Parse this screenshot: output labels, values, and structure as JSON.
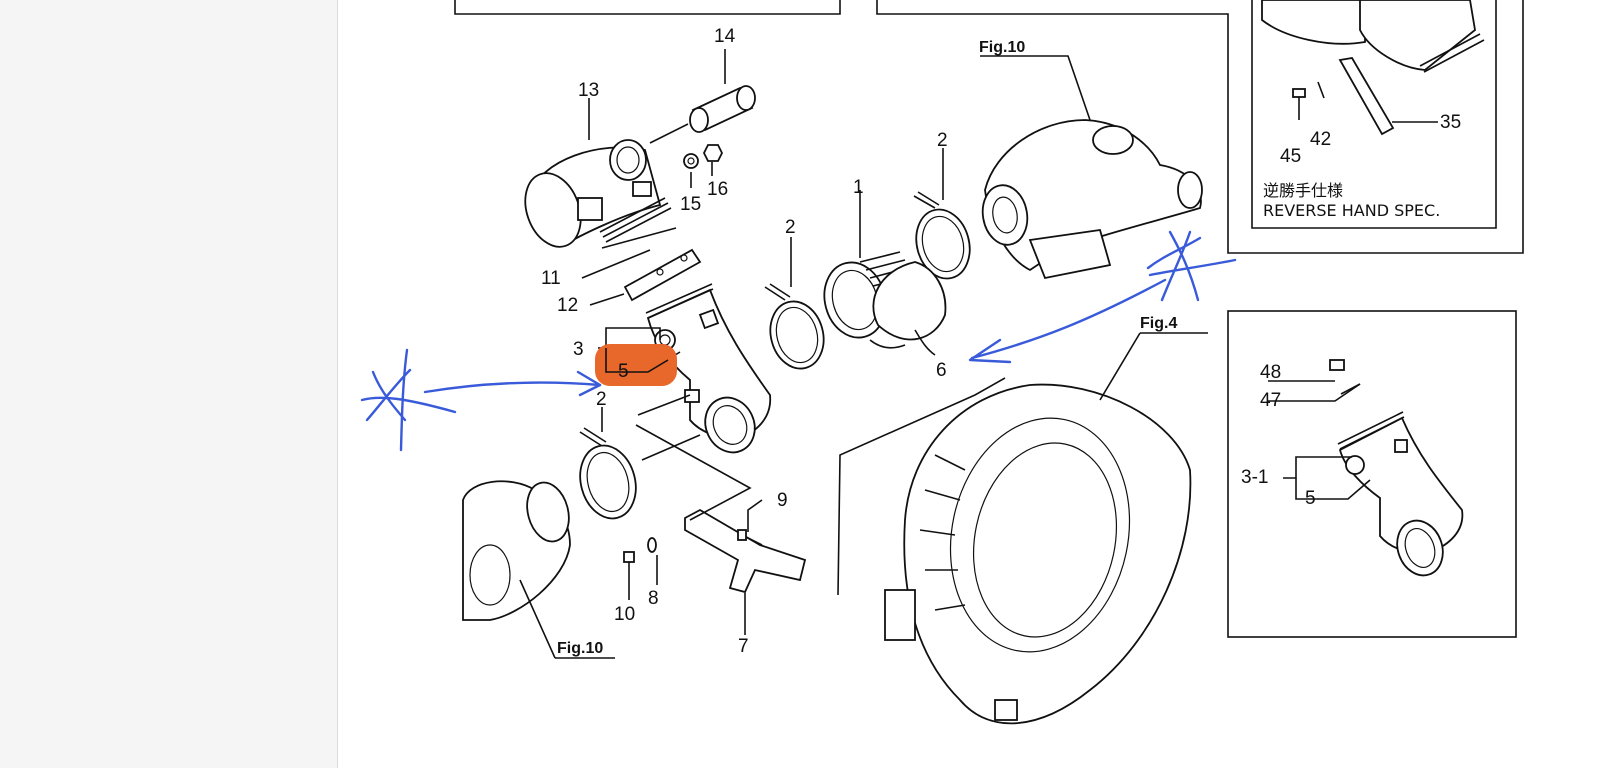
{
  "callouts": {
    "c1": "1",
    "c2a": "2",
    "c2b": "2",
    "c2c": "2",
    "c3": "3",
    "c5": "5",
    "c6": "6",
    "c7": "7",
    "c8": "8",
    "c9": "9",
    "c10": "10",
    "c11": "11",
    "c12": "12",
    "c13": "13",
    "c14": "14",
    "c15": "15",
    "c16": "16",
    "c35": "35",
    "c42": "42",
    "c45": "45",
    "c47": "47",
    "c48": "48",
    "c31": "3-1",
    "c5b": "5"
  },
  "figure_refs": {
    "fig10_top": "Fig.10",
    "fig10_bottom": "Fig.10",
    "fig4": "Fig.4"
  },
  "spec_label_jp": "逆勝手仕様",
  "spec_label_en": "REVERSE HAND SPEC.",
  "highlight_color": "#e8672a",
  "annotation_color": "#3a5bd9"
}
